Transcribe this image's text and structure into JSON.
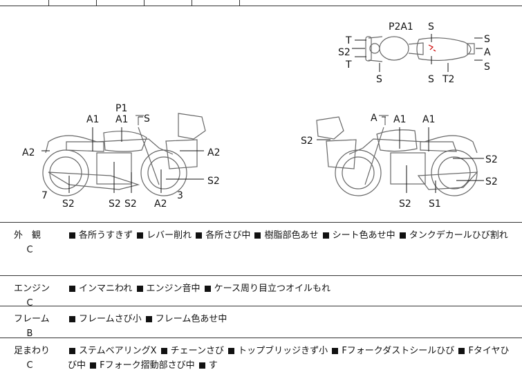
{
  "diagram": {
    "labels": {
      "top_P2A1": "P2A1",
      "top_S1": "S",
      "top_S_r1": "S",
      "top_A_r": "A",
      "top_S_r2": "S",
      "top_T1": "T",
      "top_S2_l": "S2",
      "top_T2": "T",
      "top_S_b1": "S",
      "top_S_b2": "S",
      "top_T2_b": "T2",
      "left_P1": "P1",
      "left_S": "S",
      "left_A1_a": "A1",
      "left_A1_b": "A1",
      "left_A2_l": "A2",
      "left_A2_r": "A2",
      "left_S2_r": "S2",
      "left_7": "7",
      "left_S2_a": "S2",
      "left_S2_b": "S2",
      "left_S2_c": "S2",
      "left_A2_b": "A2",
      "left_3": "3",
      "right_A": "A",
      "right_A1_a": "A1",
      "right_A1_b": "A1",
      "right_S2_l": "S2",
      "right_S2_r1": "S2",
      "right_S2_r2": "S2",
      "right_S2_b": "S2",
      "right_S1_b": "S1"
    }
  },
  "rows": [
    {
      "category": "外　観",
      "grade": "C",
      "items": [
        "各所うすきず",
        "レバー削れ",
        "各所さび中",
        "樹脂部色あせ",
        "シート色あせ中",
        "タンクデカールひび割れ"
      ]
    },
    {
      "category": "エンジン",
      "grade": "C",
      "items": [
        "インマニわれ",
        "エンジン音中",
        "ケース周り目立つオイルもれ"
      ]
    },
    {
      "category": "フレーム",
      "grade": "B",
      "items": [
        "フレームさび小",
        "フレーム色あせ中"
      ]
    },
    {
      "category": "足まわり",
      "grade": "C",
      "items": [
        "ステムベアリングX",
        "チェーンさび",
        "トップブリッジきず小",
        "Fフォークダストシールひび",
        "Fタイヤひび中",
        "Fフォーク摺動部さび中",
        "す"
      ]
    }
  ]
}
